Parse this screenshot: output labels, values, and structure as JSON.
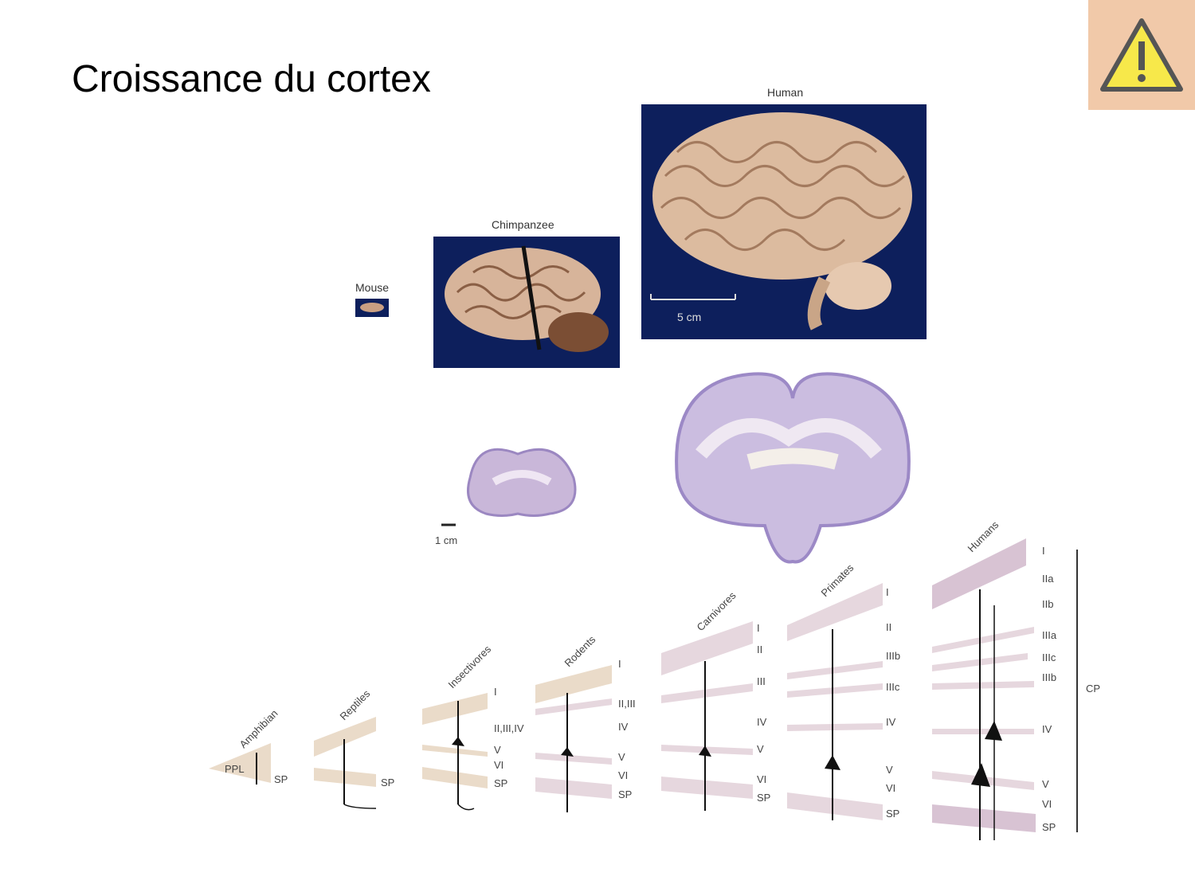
{
  "slide": {
    "title": "Croissance du cortex"
  },
  "warning_icon": {
    "icon": "warning-triangle-icon",
    "background": "#f1c9a9",
    "fill": "#f7e84a"
  },
  "brains": {
    "mouse": "Mouse",
    "chimpanzee": "Chimpanzee",
    "human": "Human",
    "scale_5cm": "5 cm",
    "scale_1cm": "1 cm"
  },
  "cortex": {
    "species": [
      "Amphibian",
      "Reptiles",
      "Insectivores",
      "Rodents",
      "Carnivores",
      "Primates",
      "Humans"
    ],
    "amphibian": [
      "PPL",
      "SP"
    ],
    "reptiles": [
      "SP"
    ],
    "insectivores": [
      "I",
      "II,III,IV",
      "V",
      "VI",
      "SP"
    ],
    "rodents": [
      "I",
      "II,III",
      "IV",
      "V",
      "VI",
      "SP"
    ],
    "carnivores": [
      "I",
      "II",
      "III",
      "IV",
      "V",
      "VI",
      "SP"
    ],
    "primates": [
      "I",
      "II",
      "IIIb",
      "IIIc",
      "IV",
      "V",
      "VI",
      "SP"
    ],
    "humans": [
      "I",
      "IIa",
      "IIb",
      "IIIa",
      "IIIc",
      "IIIb",
      "IV",
      "V",
      "VI",
      "SP"
    ],
    "cp_label": "CP"
  }
}
